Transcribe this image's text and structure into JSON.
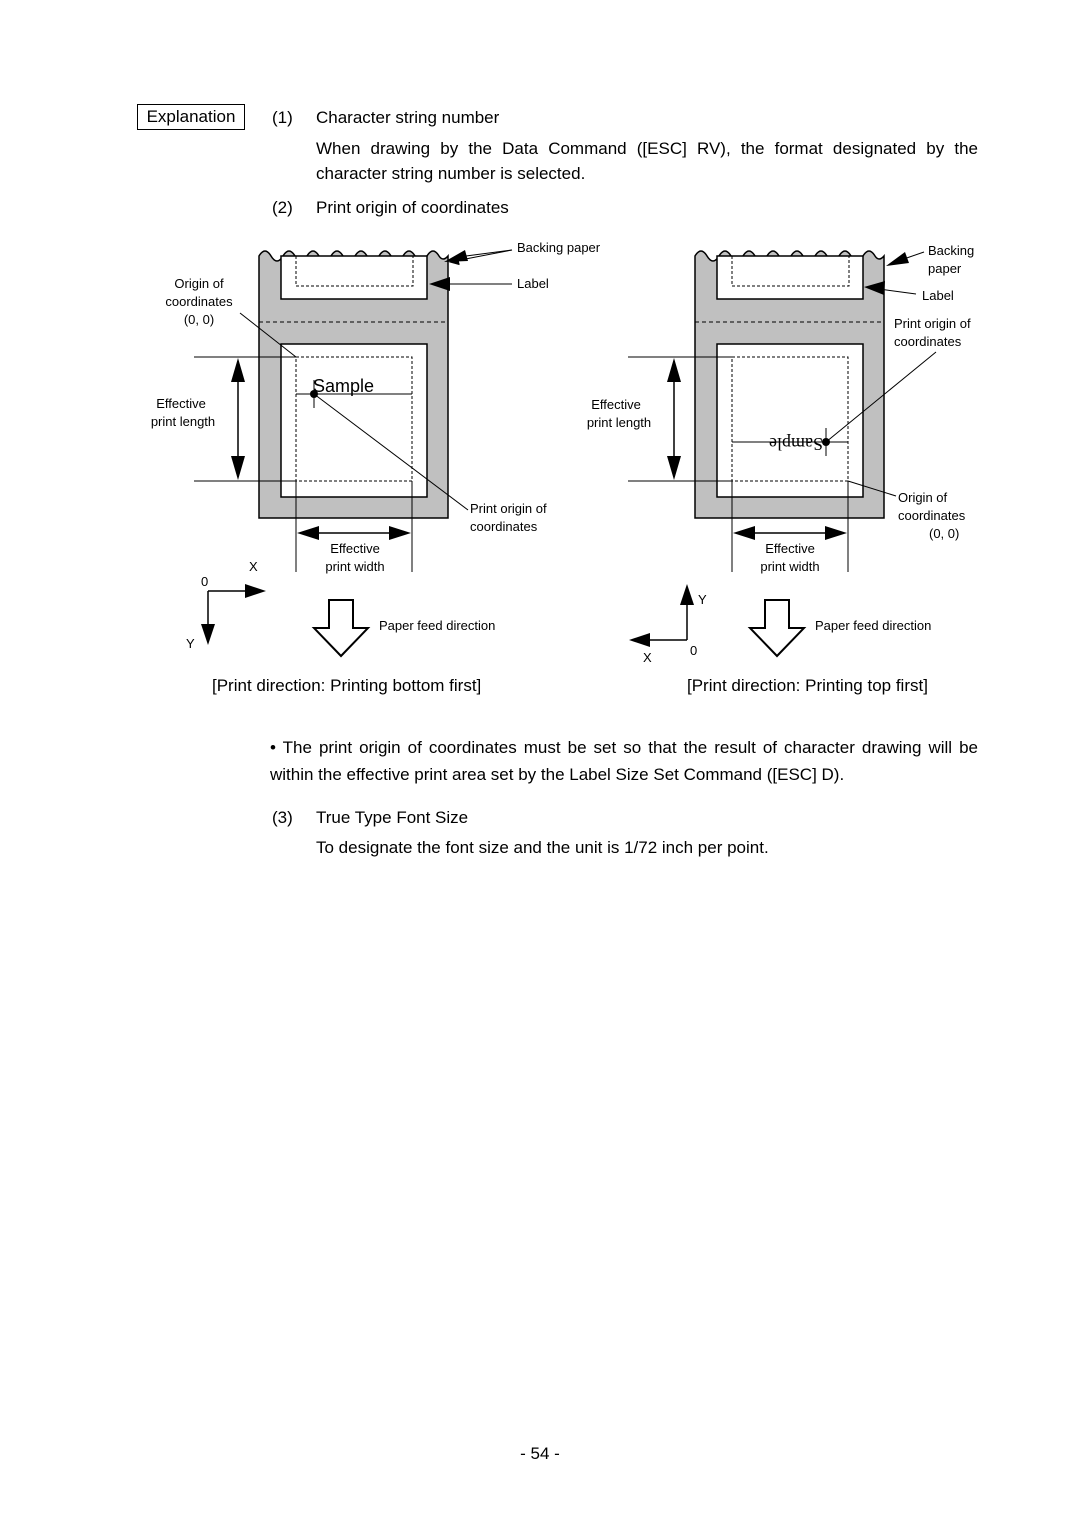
{
  "explanation_label": "Explanation",
  "item1": {
    "num": "(1)",
    "title": "Character string number",
    "body": "When drawing by the Data Command ([ESC] RV), the format designated by the character string number is selected."
  },
  "item2": {
    "num": "(2)",
    "title": "Print origin of coordinates"
  },
  "left_figure": {
    "backing_paper": "Backing paper",
    "label": "Label",
    "origin_line1": "Origin of",
    "origin_line2": "coordinates",
    "origin_line3": "(0, 0)",
    "eff_len_line1": "Effective",
    "eff_len_line2": "print length",
    "sample": "Sample",
    "print_origin_line1": "Print origin of",
    "print_origin_line2": "coordinates",
    "eff_width_line1": "Effective",
    "eff_width_line2": "print width",
    "axis_zero": "0",
    "axis_x": "X",
    "axis_y": "Y",
    "feed": "Paper feed direction",
    "caption": "[Print direction: Printing bottom first]"
  },
  "right_figure": {
    "backing_line1": "Backing",
    "backing_line2": "paper",
    "label": "Label",
    "print_origin_line1": "Print origin of",
    "print_origin_line2": "coordinates",
    "eff_len_line1": "Effective",
    "eff_len_line2": "print length",
    "sample": "Sample",
    "origin_line1": "Origin of",
    "origin_line2": "coordinates",
    "origin_line3": "(0, 0)",
    "eff_width_line1": "Effective",
    "eff_width_line2": "print width",
    "axis_y": "Y",
    "axis_x": "X",
    "axis_zero": "0",
    "feed": "Paper feed direction",
    "caption": "[Print direction: Printing top first]"
  },
  "note": "• The print origin of coordinates must be set so that the result of character drawing will be within the effective print area set by the Label Size Set Command ([ESC] D).",
  "item3": {
    "num": "(3)",
    "title": "True Type Font Size",
    "body": "To designate the font size and the unit is 1/72 inch per point."
  },
  "page_number": "- 54 -"
}
